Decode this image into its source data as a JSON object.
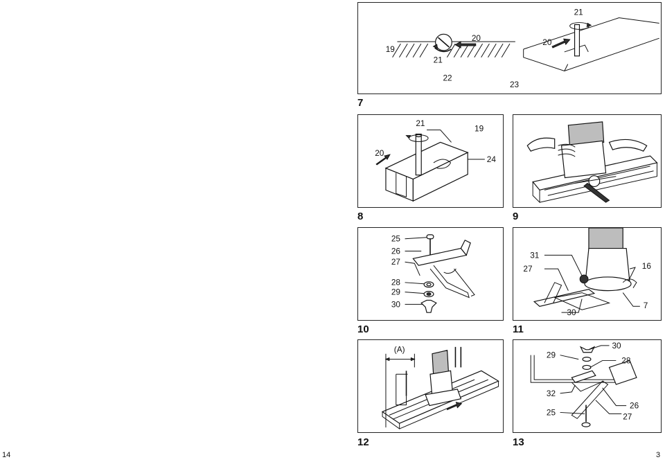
{
  "page_numbers": {
    "left": "14",
    "right": "3"
  },
  "figures": [
    {
      "id": "fig7",
      "number": "7",
      "callouts": [
        "19",
        "21",
        "20",
        "22",
        "23",
        "20",
        "21"
      ]
    },
    {
      "id": "fig8",
      "number": "8",
      "callouts": [
        "21",
        "19",
        "20",
        "24"
      ]
    },
    {
      "id": "fig9",
      "number": "9",
      "callouts": []
    },
    {
      "id": "fig10",
      "number": "10",
      "callouts": [
        "25",
        "26",
        "27",
        "28",
        "29",
        "30"
      ]
    },
    {
      "id": "fig11",
      "number": "11",
      "callouts": [
        "31",
        "27",
        "16",
        "30",
        "7"
      ]
    },
    {
      "id": "fig12",
      "number": "12",
      "callouts": [
        "(A)"
      ]
    },
    {
      "id": "fig13",
      "number": "13",
      "callouts": [
        "29",
        "30",
        "28",
        "32",
        "25",
        "26",
        "27"
      ]
    }
  ]
}
